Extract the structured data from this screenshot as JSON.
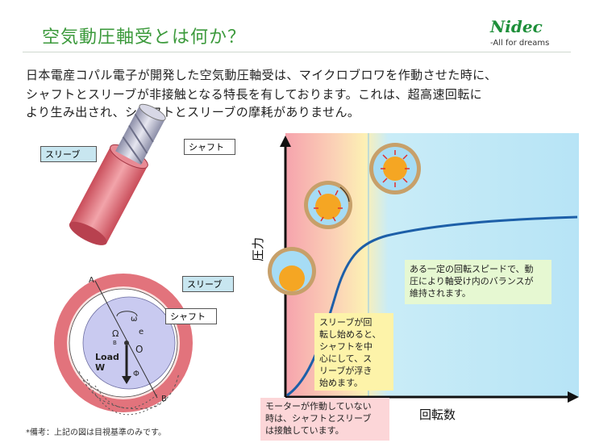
{
  "title": "空気動圧軸受とは何か？",
  "logo": {
    "name": "Nidec",
    "tagline": "-All for dreams"
  },
  "paragraph": [
    "日本電産コパル電子が開発した空気動圧軸受は、マイクロブロワを作動させた時に、",
    "シャフトとスリーブが非接触となる特長を有しております。これは、超高速回転に",
    "より生み出され、シャフトとスリーブの摩耗がありません。"
  ],
  "labels": {
    "sleeve_top": "スリーブ",
    "shaft_top": "シャフト",
    "sleeve_bottom": "スリーブ",
    "shaft_bottom": "シャフト"
  },
  "cross_section": {
    "point_a": "A",
    "point_b": "B",
    "omega_lower": "ω",
    "omega_upper": "Ω",
    "e": "e",
    "o": "O",
    "load": "Load",
    "w": "W",
    "phi": "Φ",
    "b_small": "B"
  },
  "chart": {
    "ylabel": "圧力",
    "xlabel": "回転数"
  },
  "notes": {
    "stopped": [
      "モーターが作動していない",
      "時は、シャフトとスリーブ",
      "は接触しています。"
    ],
    "starting": [
      "スリーブが回",
      "転し始めると、",
      "シャフトを中",
      "心にして、ス",
      "リーブが浮き",
      "始めます。"
    ],
    "steady": [
      "ある一定の回転スピードで、動",
      "圧により軸受け内のバランスが",
      "維持されます。"
    ]
  },
  "colors": {
    "title_green": "#3c9a3c",
    "curve_blue": "#1d5fa8",
    "sleeve_red": "#e06a74",
    "shaft_blue": "#c8c9ef"
  },
  "footnote": "*備考：上記の図は目視基準のみです。"
}
